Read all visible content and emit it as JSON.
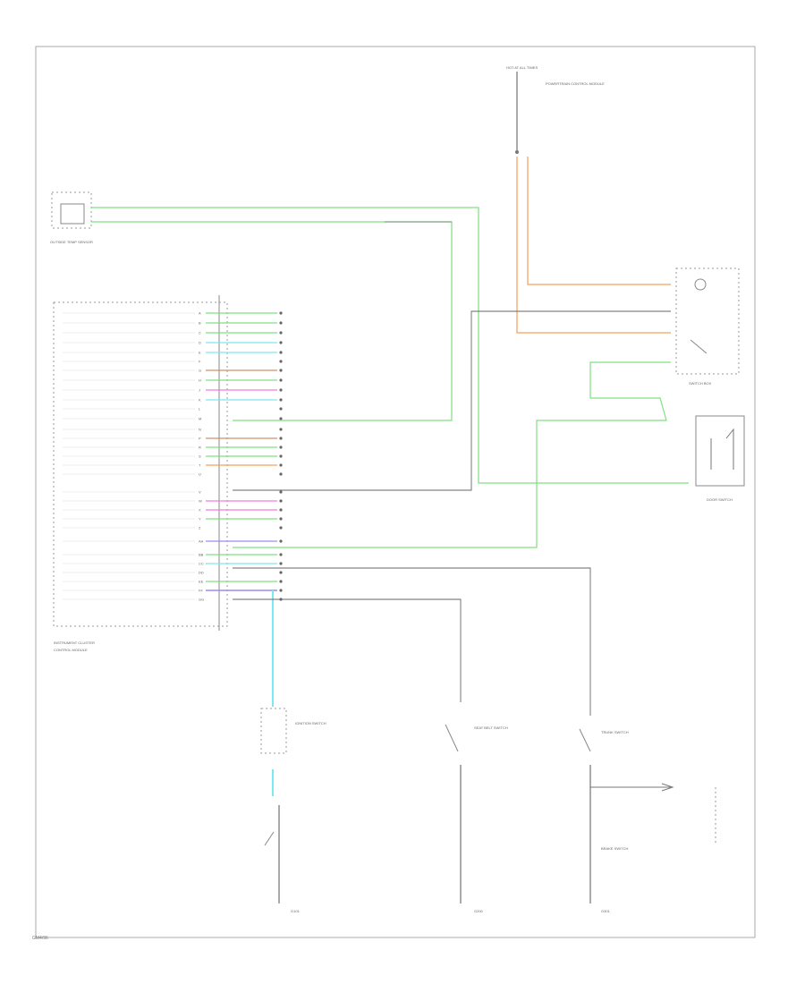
{
  "page_code": "GM4/96",
  "colors": {
    "ltgrn_wire": "#7fe07f",
    "orange_wire": "#f5a05a",
    "ltblu_wire": "#7de8f0",
    "pink_wire": "#f07ce0",
    "blue_wire": "#9a8cf0",
    "brown_wire": "#c9926a",
    "black_wire": "#555555"
  },
  "components": {
    "fusebox_top": "HOT AT ALL TIMES",
    "underhood": "POWERTRAIN CONTROL MODULE",
    "outside_temp": "OUTSIDE TEMP SENSOR",
    "instrument_cluster": "INSTRUMENT CLUSTER",
    "instrument_cluster_sub": "CONTROL MODULE",
    "switch_tail": "SWITCH BOX",
    "ignition": "IGNITION SWITCH",
    "seat_belt": "SEAT BELT SWITCH",
    "trunk": "TRUNK SWITCH",
    "brake": "BRAKE SWITCH",
    "ground_left": "G101",
    "ground_mid": "G200",
    "ground_right": "G301",
    "door_switch": "DOOR SWITCH"
  },
  "cluster_pins": [
    "A",
    "B",
    "C",
    "D",
    "E",
    "F",
    "G",
    "H",
    "J",
    "K",
    "L",
    "M",
    "N",
    "P",
    "R",
    "S",
    "T",
    "U",
    "V",
    "W",
    "X",
    "Y",
    "Z",
    "AA",
    "BB",
    "CC",
    "DD",
    "EE",
    "FF",
    "GG"
  ]
}
